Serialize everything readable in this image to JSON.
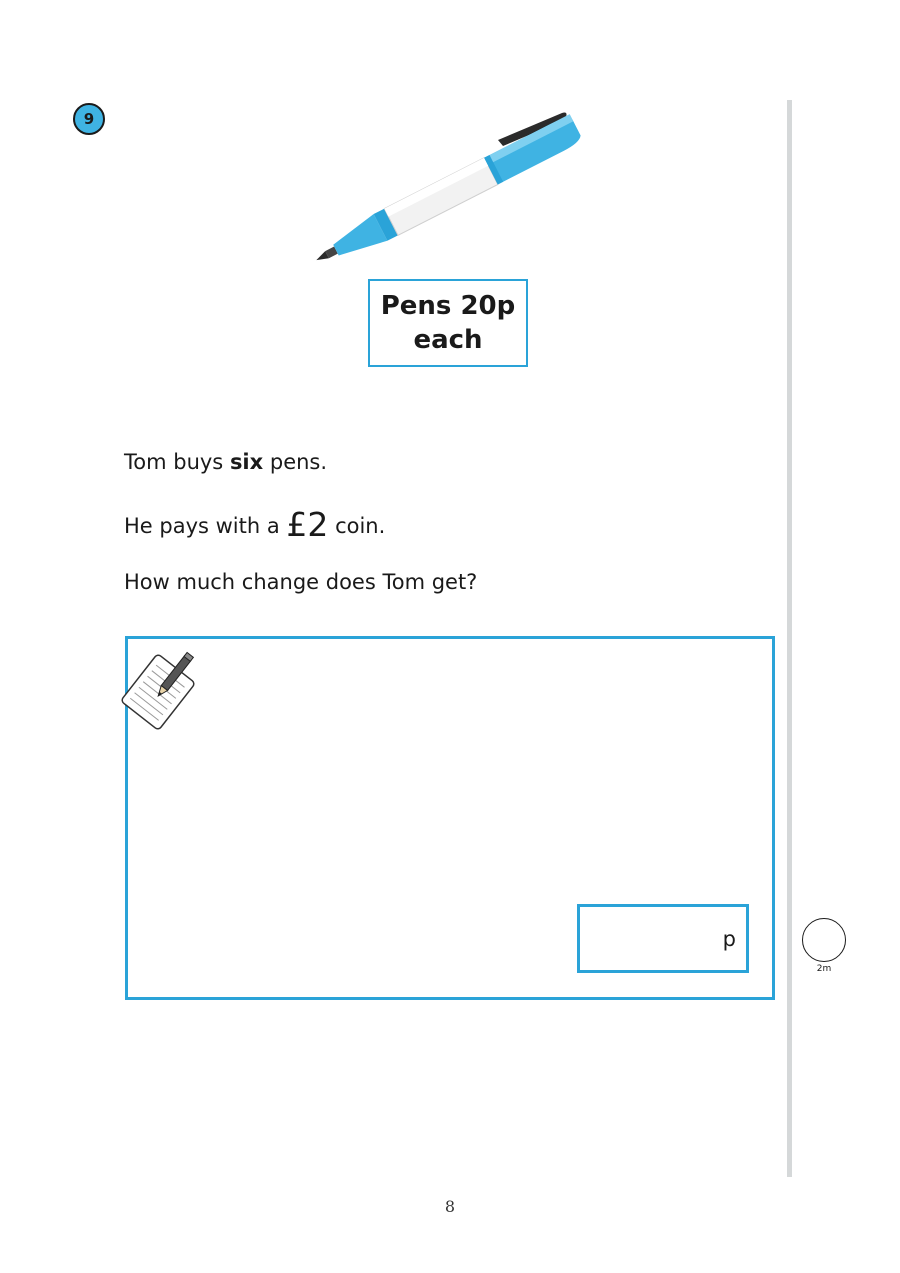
{
  "question": {
    "number": "9",
    "price_label": "Pens 20p each",
    "line1_a": "Tom buys ",
    "line1_bold": "six",
    "line1_b": " pens.",
    "line2_a": "He pays with a ",
    "line2_coin": "£2",
    "line2_b": " coin.",
    "line3": "How much change does Tom get?"
  },
  "answer": {
    "unit": "p"
  },
  "marks": {
    "label": "2m"
  },
  "page": {
    "number": "8"
  },
  "colors": {
    "accent": "#2aa3d8",
    "badge": "#3fb3e3",
    "pen_blue": "#3fb3e3",
    "margin_line": "#d5d8d9"
  },
  "icons": {
    "badge": "question-number-badge",
    "pen": "pen-icon",
    "notepad": "notepad-pencil-icon"
  }
}
